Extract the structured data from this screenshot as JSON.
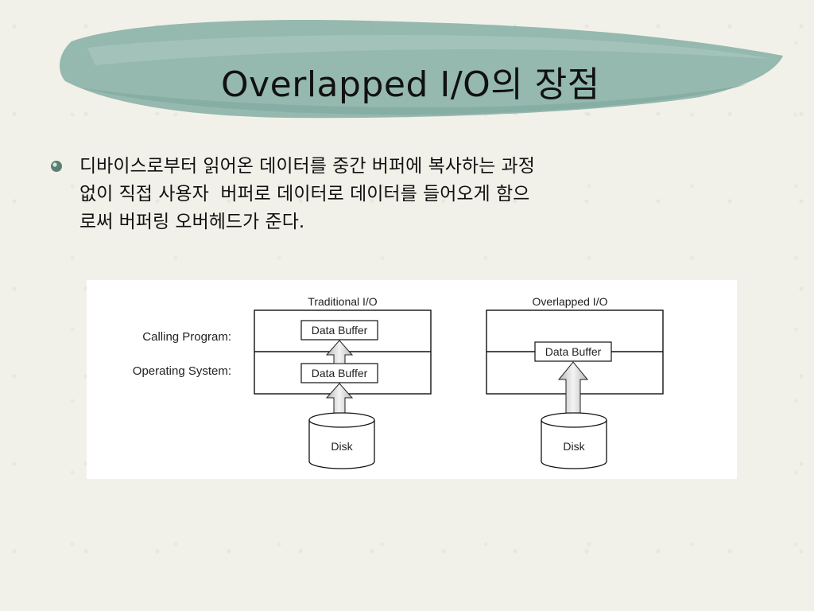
{
  "slide": {
    "title": "Overlapped I/O의 장점",
    "body_lines": [
      "디바이스로부터 읽어온 데이터를 중간 버퍼에 복사하는 과정",
      "없이 직접 사용자  버퍼로 데이터로 데이터를 들어오게 함으",
      "로써 버퍼링 오버헤드가 준다."
    ]
  },
  "figure": {
    "traditional_title": "Traditional I/O",
    "overlapped_title": "Overlapped I/O",
    "calling_program_label": "Calling Program:",
    "operating_system_label": "Operating System:",
    "data_buffer_label": "Data Buffer",
    "disk_label": "Disk"
  },
  "theme": {
    "brush_color": "#8fb5ab",
    "bullet_color": "#5b7f74"
  }
}
